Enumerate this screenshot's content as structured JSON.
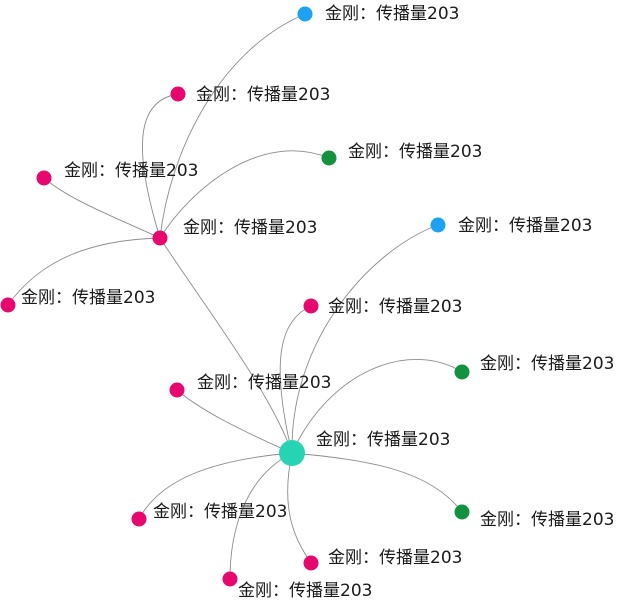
{
  "colors": {
    "hub": "#26d4b4",
    "pink": "#e6086e",
    "blue": "#1da1f2",
    "green": "#13913f",
    "edge": "#8c8c8c"
  },
  "nodes": [
    {
      "id": "center",
      "label": "金刚：传播量203",
      "group": "hub"
    },
    {
      "id": "hub-2",
      "label": "金刚：传播量203",
      "group": "pink"
    },
    {
      "id": "top-blue",
      "label": "金刚：传播量203",
      "group": "blue"
    },
    {
      "id": "upper-pink",
      "label": "金刚：传播量203",
      "group": "pink"
    },
    {
      "id": "upper-green",
      "label": "金刚：传播量203",
      "group": "green"
    },
    {
      "id": "left-pink",
      "label": "金刚：传播量203",
      "group": "pink"
    },
    {
      "id": "far-left-pink",
      "label": "金刚：传播量203",
      "group": "pink"
    },
    {
      "id": "right-blue",
      "label": "金刚：传播量203",
      "group": "blue"
    },
    {
      "id": "mid-pink",
      "label": "金刚：传播量203",
      "group": "pink"
    },
    {
      "id": "right-green",
      "label": "金刚：传播量203",
      "group": "green"
    },
    {
      "id": "lower-left-pink",
      "label": "金刚：传播量203",
      "group": "pink"
    },
    {
      "id": "bottom-left-pink",
      "label": "金刚：传播量203",
      "group": "pink"
    },
    {
      "id": "bottom-right-green",
      "label": "金刚：传播量203",
      "group": "green"
    },
    {
      "id": "bottom-pink",
      "label": "金刚：传播量203",
      "group": "pink"
    },
    {
      "id": "bottom-most-pink",
      "label": "金刚：传播量203",
      "group": "pink"
    }
  ],
  "edges": [
    {
      "from": "hub-2",
      "to": "center"
    },
    {
      "from": "hub-2",
      "to": "top-blue"
    },
    {
      "from": "hub-2",
      "to": "upper-pink"
    },
    {
      "from": "hub-2",
      "to": "upper-green"
    },
    {
      "from": "hub-2",
      "to": "left-pink"
    },
    {
      "from": "hub-2",
      "to": "far-left-pink"
    },
    {
      "from": "center",
      "to": "right-blue"
    },
    {
      "from": "center",
      "to": "mid-pink"
    },
    {
      "from": "center",
      "to": "right-green"
    },
    {
      "from": "center",
      "to": "lower-left-pink"
    },
    {
      "from": "center",
      "to": "bottom-left-pink"
    },
    {
      "from": "center",
      "to": "bottom-right-green"
    },
    {
      "from": "center",
      "to": "bottom-pink"
    },
    {
      "from": "center",
      "to": "bottom-most-pink"
    }
  ]
}
